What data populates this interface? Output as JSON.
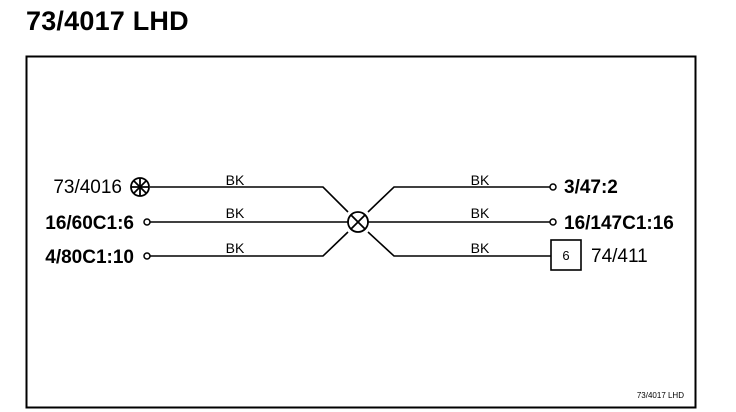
{
  "title": "73/4017 LHD",
  "footer_code": "73/4017 LHD",
  "left_connectors": [
    {
      "label": "73/4016",
      "bold": false,
      "symbol": "splice-crossed-circle",
      "wire": "BK"
    },
    {
      "label": "16/60C1:6",
      "bold": true,
      "symbol": "open-terminal",
      "wire": "BK"
    },
    {
      "label": "4/80C1:10",
      "bold": true,
      "symbol": "open-terminal",
      "wire": "BK"
    }
  ],
  "right_connectors": [
    {
      "label": "3/47:2",
      "bold": true,
      "symbol": "open-terminal",
      "wire": "BK"
    },
    {
      "label": "16/147C1:16",
      "bold": true,
      "symbol": "open-terminal",
      "wire": "BK"
    },
    {
      "label": "74/411",
      "bold": false,
      "symbol": "box-connector",
      "box_label": "6",
      "wire": "BK"
    }
  ],
  "center_splice": {
    "symbol": "splice-crossed-circle"
  }
}
